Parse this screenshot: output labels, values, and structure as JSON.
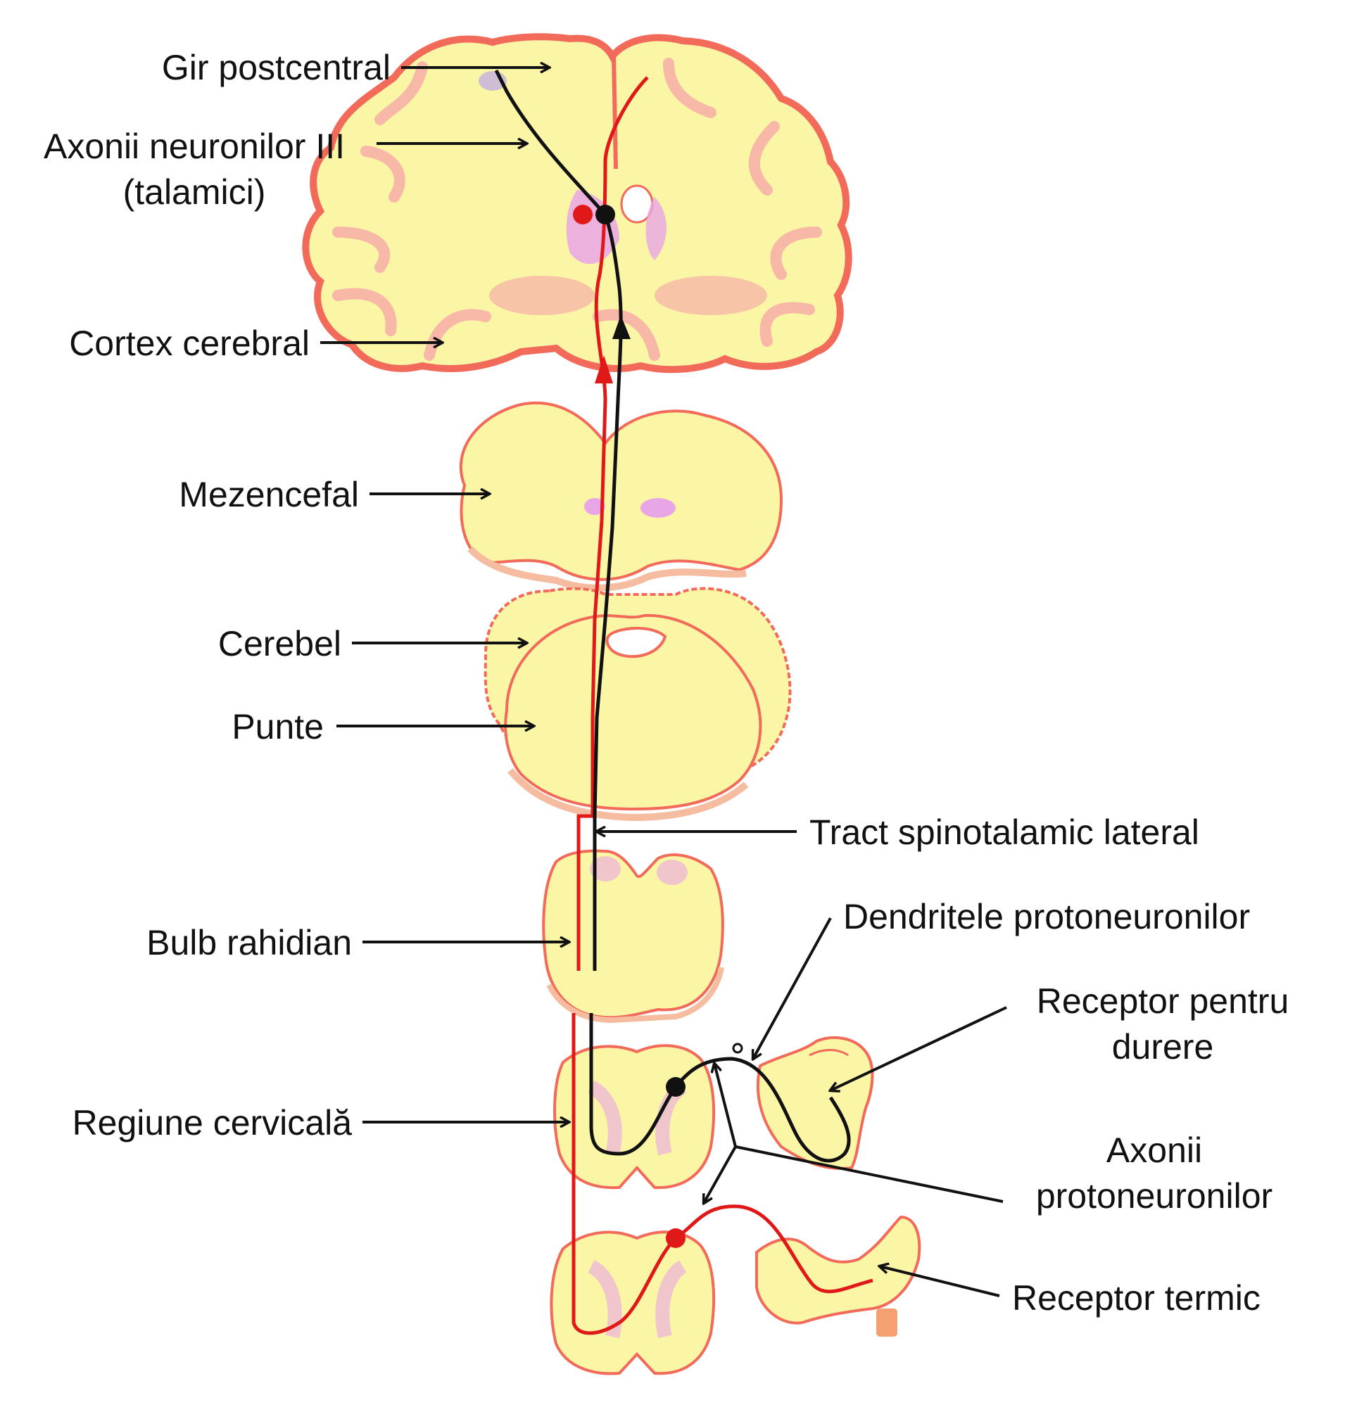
{
  "labels": {
    "gir": "Gir postcentral",
    "axonii_iii_1": "Axonii neuronilor III",
    "axonii_iii_2": "(talamici)",
    "cortex": "Cortex cerebral",
    "mezencefal": "Mezencefal",
    "cerebel": "Cerebel",
    "punte": "Punte",
    "tract": "Tract spinotalamic lateral",
    "dendrite": "Dendritele protoneuronilor",
    "receptor_durere_1": "Receptor pentru",
    "receptor_durere_2": "durere",
    "bulb": "Bulb rahidian",
    "cervicala": "Regiune cervicală",
    "axonii_proto_1": "Axonii",
    "axonii_proto_2": "protoneuronilor",
    "receptor_termic": "Receptor termic"
  },
  "colors": {
    "tissue_fill": "#fbf5a6",
    "tissue_edge": "#f26a5a",
    "cortex_band": "#f8b8a8",
    "nucleus": "#e9a6e6",
    "red_pathway": "#e01818",
    "black_pathway": "#111111"
  }
}
